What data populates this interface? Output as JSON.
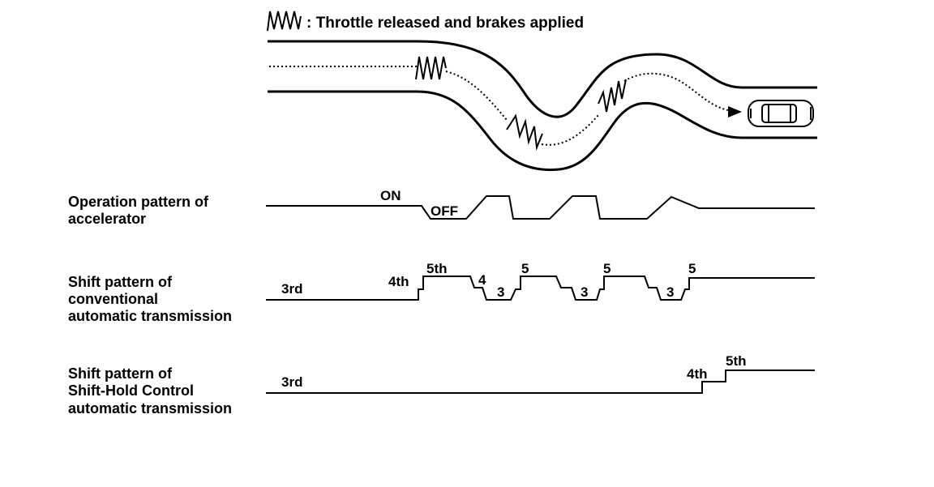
{
  "legend": {
    "icon": "zigzag-brake-icon",
    "text": ": Throttle released and brakes applied"
  },
  "rows": {
    "accelerator": {
      "label_line1": "Operation pattern of",
      "label_line2": "accelerator",
      "on_label": "ON",
      "off_label": "OFF"
    },
    "conventional": {
      "label_line1": "Shift pattern of",
      "label_line2": "conventional",
      "label_line3": "automatic transmission",
      "gear_start": "3rd",
      "gear_4th": "4th",
      "gear_5th": "5th",
      "gear_4": "4",
      "gear_3a": "3",
      "gear_5a": "5",
      "gear_3b": "3",
      "gear_5b": "5",
      "gear_3c": "3",
      "gear_5c": "5"
    },
    "shift_hold": {
      "label_line1": "Shift pattern of",
      "label_line2": "Shift-Hold Control",
      "label_line3": "automatic transmission",
      "gear_start": "3rd",
      "gear_4th": "4th",
      "gear_5th": "5th"
    }
  },
  "icons": {
    "car": "car-topview-icon",
    "arrow": "arrow-head-icon"
  }
}
